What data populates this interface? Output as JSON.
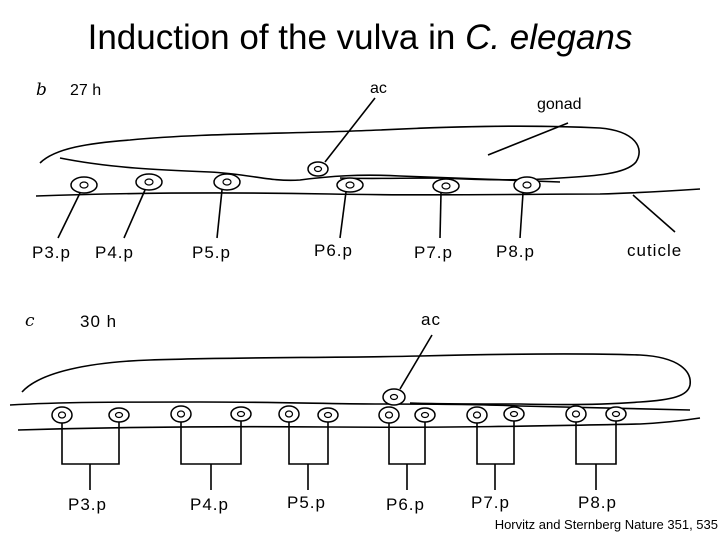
{
  "title": {
    "main": "Induction of the vulva in ",
    "species": "C. elegans"
  },
  "citation": "Horvitz and Sternberg Nature 351, 535",
  "panel_b": {
    "letter": "b",
    "time": "27 h",
    "anchor_cell": "ac",
    "gonad": "gonad",
    "cuticle": "cuticle",
    "cells": [
      "P3.p",
      "P4.p",
      "P5.p",
      "P6.p",
      "P7.p",
      "P8.p"
    ]
  },
  "panel_c": {
    "letter": "c",
    "time": "30 h",
    "anchor_cell": "ac",
    "cells": [
      "P3.p",
      "P4.p",
      "P5.p",
      "P6.p",
      "P7.p",
      "P8.p"
    ]
  }
}
